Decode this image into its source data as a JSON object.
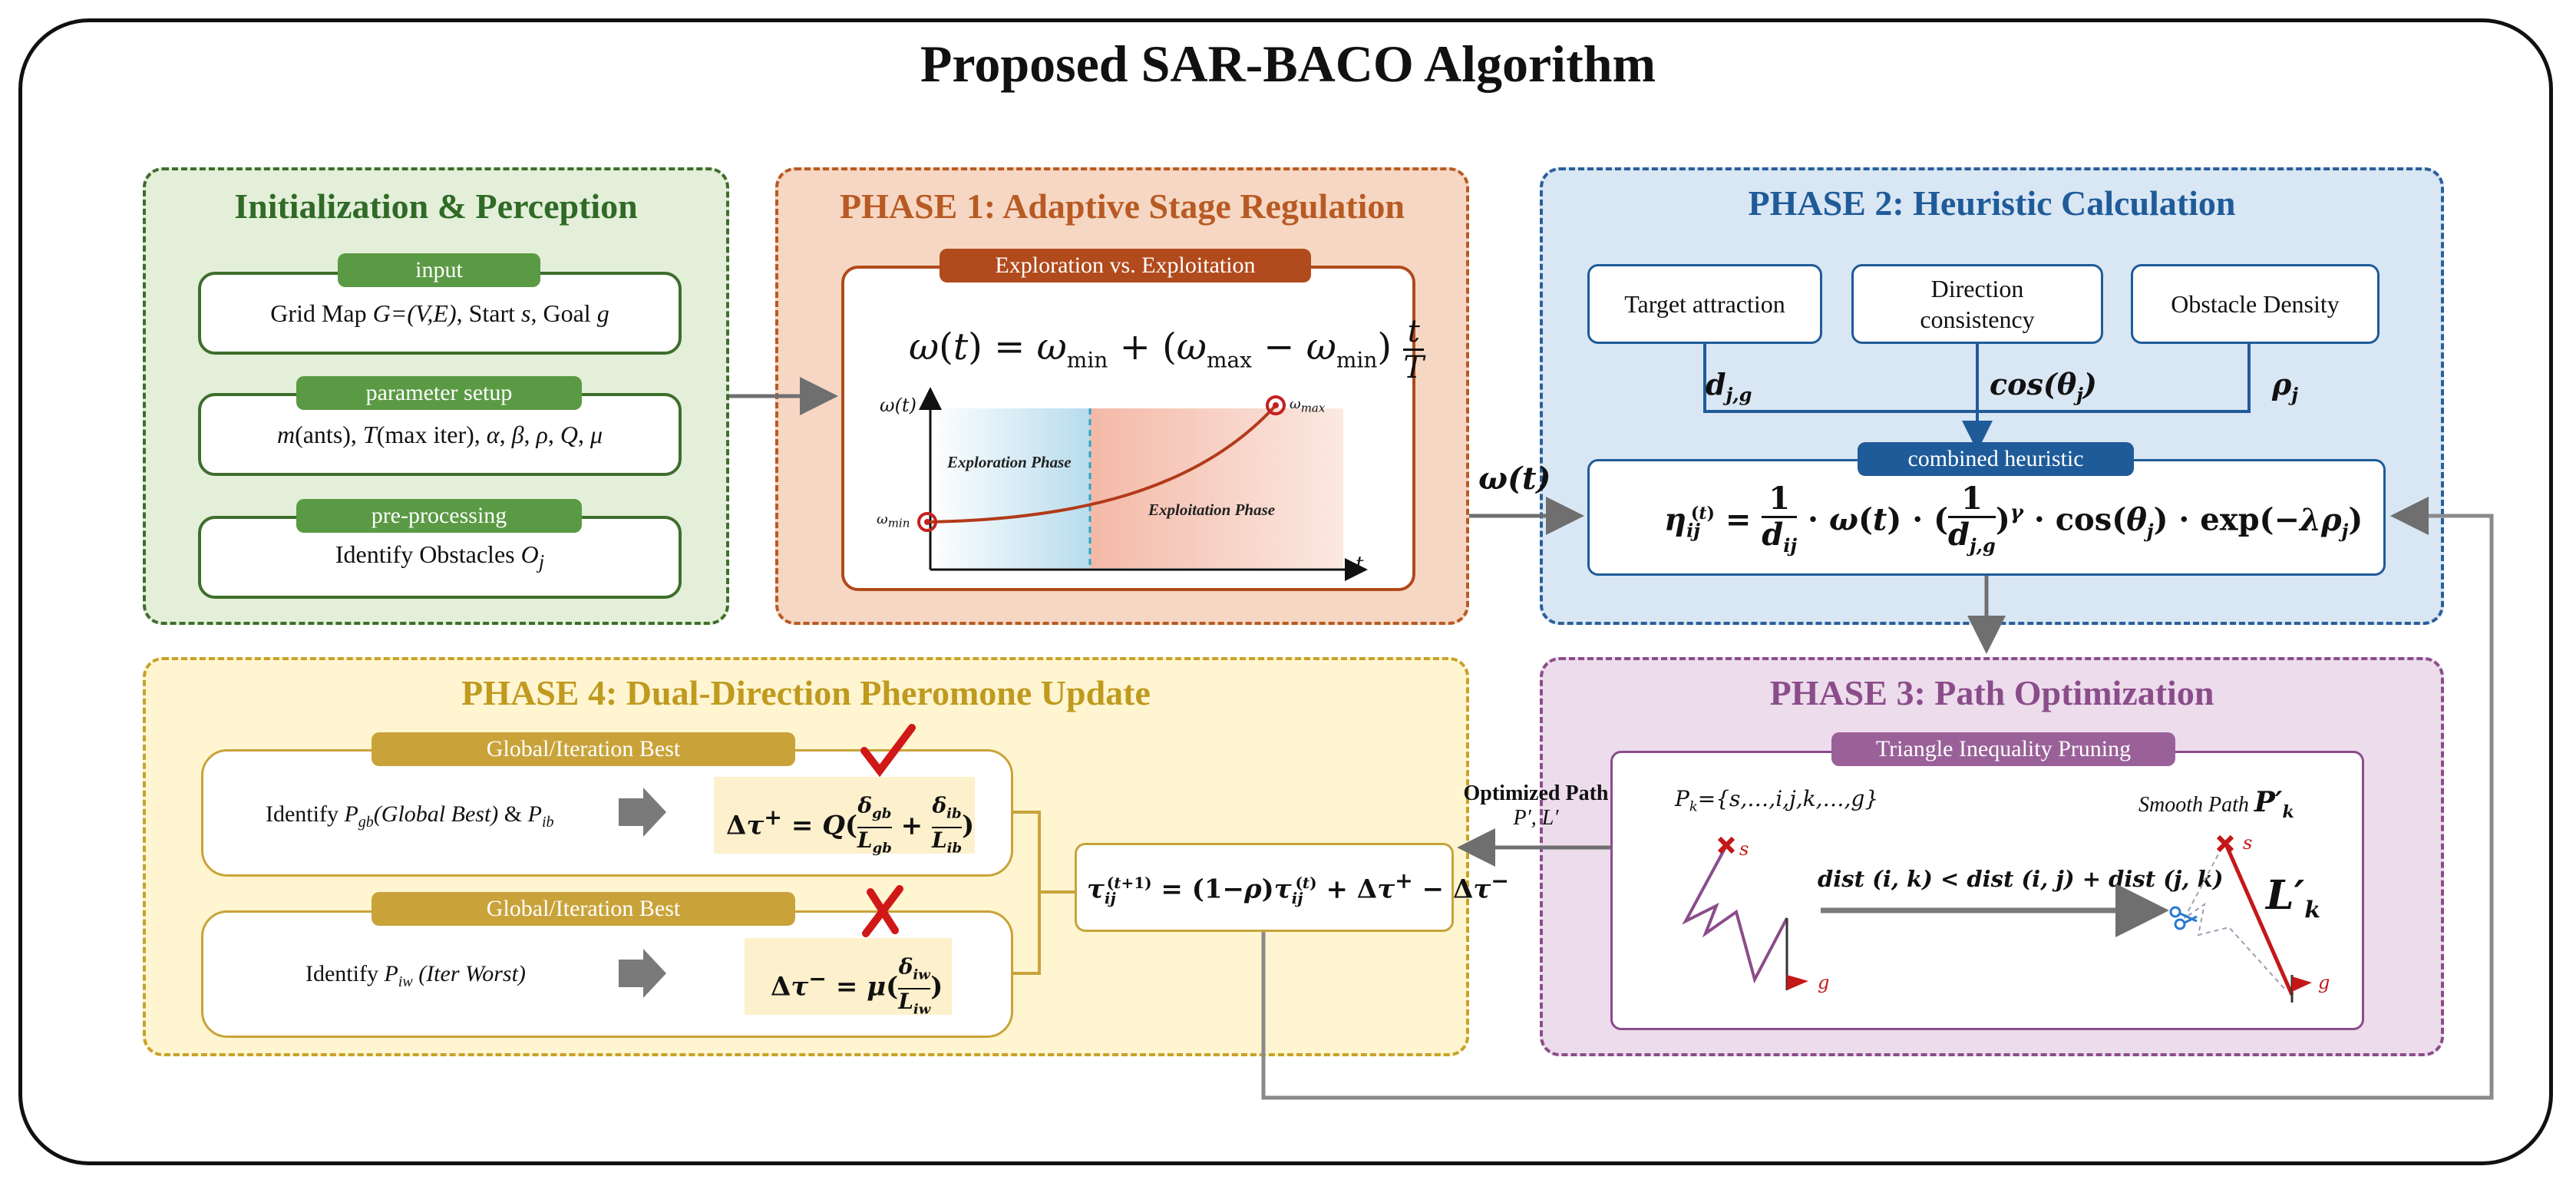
{
  "title": "Proposed SAR-BACO Algorithm",
  "init": {
    "title": "Initialization & Perception",
    "input": {
      "tag": "input",
      "text": "Grid Map G=(V,E), Start s, Goal g"
    },
    "params": {
      "tag": "parameter setup",
      "text": "m(ants), T(max iter), α, β, ρ, Q, μ"
    },
    "pre": {
      "tag": "pre-processing",
      "text": "Identify Obstacles O_j"
    }
  },
  "phase1": {
    "title": "PHASE 1:  Adaptive Stage Regulation",
    "tag": "Exploration vs. Exploitation",
    "formula": "ω(t) = ω_min + (ω_max − ω_min) t/T",
    "yaxis": "ω(t)",
    "xaxis": "t",
    "exploration": "Exploration Phase",
    "exploitation": "Exploitation Phase",
    "wmin": "ω_min",
    "wmax": "ω_max"
  },
  "phase2": {
    "title": "PHASE 2:  Heuristic Calculation",
    "target": "Target attraction",
    "direction": "Direction consistency",
    "obstacle": "Obstacle Density",
    "d_label": "d_j,g",
    "cos_label": "cos(θ_j)",
    "rho_label": "ρ_j",
    "tag": "combined heuristic",
    "formula": "η_ij^(t) = 1/d_ij · ω(t) · (1/d_j,g)^γ · cos(θ_j) · exp(−λρ_j)"
  },
  "omega_arrow_label": "ω(t)",
  "phase3": {
    "title": "PHASE 3:  Path Optimization",
    "tag": "Triangle Inequality Pruning",
    "pk": "P_k={s,…,i,j,k,…,g}",
    "smooth": "Smooth Path",
    "smooth_sym": "P′_k",
    "condition": "dist (i, k) < dist (i, j) + dist (j, k)",
    "lk": "L′_k",
    "s": "s",
    "g": "g"
  },
  "optimized": {
    "line1": "Optimized Path",
    "line2": "P′, L′"
  },
  "phase4": {
    "title": "PHASE 4:  Dual-Direction Pheromone Update",
    "best_tag": "Global/Iteration Best",
    "worst_tag": "Global/Iteration Best",
    "best_text": "Identify P_gb(Global Best) & P_ib",
    "best_formula": "Δτ⁺ = Q( δ_gb/L_gb + δ_ib/L_ib )",
    "worst_text": "Identify P_iw (Iter Worst)",
    "worst_formula": "Δτ⁻ = μ( δ_iw/L_iw )",
    "update_formula": "τ_ij^(t+1) = (1−ρ)τ_ij^(t) + Δτ⁺ − Δτ⁻"
  },
  "colors": {
    "init": "#3e6e2b",
    "phase1": "#b85a24",
    "phase2": "#2a5f99",
    "phase3": "#8b4d8a",
    "phase4": "#c8a228",
    "tag_green": "#5a9a44",
    "tag_brown": "#b14a1c",
    "tag_blue": "#1f5b99",
    "tag_purple": "#9a6199",
    "tag_gold": "#c9a33a",
    "check": "#d01818"
  }
}
